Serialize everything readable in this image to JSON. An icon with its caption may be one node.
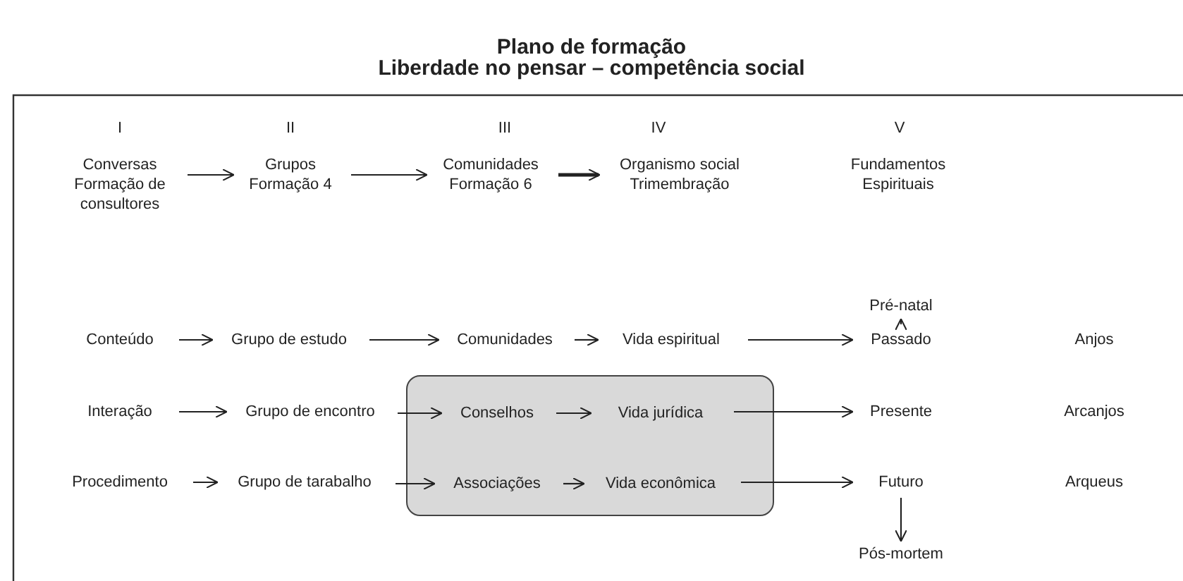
{
  "diagram": {
    "title": "Plano de formação",
    "nodes": [
      {
        "text": [
          "Conversas Formação de consultores"
        ]
      },
      {
        "text": [
          "Grupos Formação 4"
        ]
      },
      {
        "text": [
          "Comunidades Formação 6"
        ]
      },
      {
        "text": [
          "Organismo social Trimembração"
        ]
      },
      {
        "text": [
          "Pré-natal"
        ]
      },
      {
        "text": [
          "Conteúdo"
        ]
      },
      {
        "text": [
          "Grupo de estudo"
        ]
      },
      {
        "text": [
          "Comunidades"
        ]
      },
      {
        "text": [
          "Vida espiritual"
        ]
      },
      {
        "text": [
          "Passado"
        ]
      },
      {
        "text": [
          "Interação"
        ]
      },
      {
        "text": [
          "Grupo de encontro"
        ]
      },
      {
        "text": [],
        "shape": "box"
      },
      {
        "text": [
          "Conselhos"
        ],
        "in": 12
      },
      {
        "text": [
          "Vida jurídica"
        ],
        "in": 12
      },
      {
        "text": [
          "Presente"
        ]
      },
      {
        "text": [
          "Procedimento"
        ]
      },
      {
        "text": [
          "Grupo de tarabalho"
        ]
      },
      {
        "text": [
          "Associações"
        ],
        "in": 12
      },
      {
        "text": [
          "Vida econômica"
        ],
        "in": 12
      },
      {
        "text": [
          "Futuro"
        ]
      },
      {
        "text": [
          "Pós-mortem"
        ]
      }
    ],
    "edges": [
      {
        "from": 0,
        "to": 1,
        "arrow": "to"
      },
      {
        "from": 1,
        "to": 2,
        "arrow": "to"
      },
      {
        "from": 2,
        "to": 3,
        "arrow": "to",
        "style": "thick"
      },
      {
        "from": 9,
        "to": 4,
        "arrow": "to"
      },
      {
        "from": 5,
        "to": 6,
        "arrow": "to"
      },
      {
        "from": 6,
        "to": 7,
        "arrow": "to"
      },
      {
        "from": 7,
        "to": 8,
        "arrow": "to"
      },
      {
        "from": 8,
        "to": 9,
        "arrow": "to"
      },
      {
        "from": 10,
        "to": 11,
        "arrow": "to"
      },
      {
        "from": 11,
        "to": 13,
        "arrow": "to"
      },
      {
        "from": 13,
        "to": 14,
        "arrow": "to"
      },
      {
        "from": 14,
        "to": 15,
        "arrow": "to"
      },
      {
        "from": 16,
        "to": 17,
        "arrow": "to"
      },
      {
        "from": 17,
        "to": 18,
        "arrow": "to"
      },
      {
        "from": 18,
        "to": 19,
        "arrow": "to"
      },
      {
        "from": 19,
        "to": 20,
        "arrow": "to"
      },
      {
        "from": 20,
        "to": 21,
        "arrow": "to"
      }
    ],
    "labels": [
      "Liberdade no pensar – competência social",
      "I",
      "II",
      "III",
      "IV",
      "V",
      "Fundamentos Espirituais",
      "Anjos",
      "Arcanjos",
      "Arqueus"
    ]
  }
}
